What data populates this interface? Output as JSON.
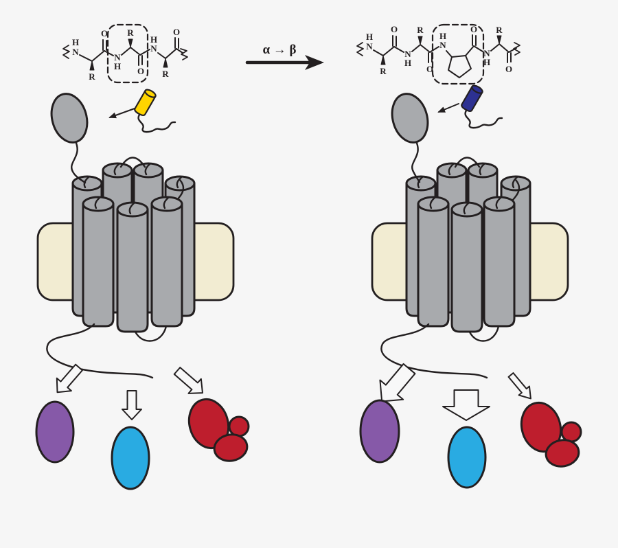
{
  "figure": {
    "background": "#f6f6f6",
    "transition_label": "α → β",
    "atom_labels": {
      "n": "N",
      "h": "H",
      "o": "O",
      "r": "R"
    },
    "colors": {
      "outline": "#231f20",
      "helix_gray": "#a8aaad",
      "membrane_cream": "#f2ecd2",
      "alpha_probe_yellow": "#ffd500",
      "beta_probe_navy": "#2d3192",
      "effector_purple": "#8659a8",
      "effector_cyan": "#29abe2",
      "effector_red": "#be1e2d",
      "arrow_fill": "#f8f8f8"
    }
  }
}
